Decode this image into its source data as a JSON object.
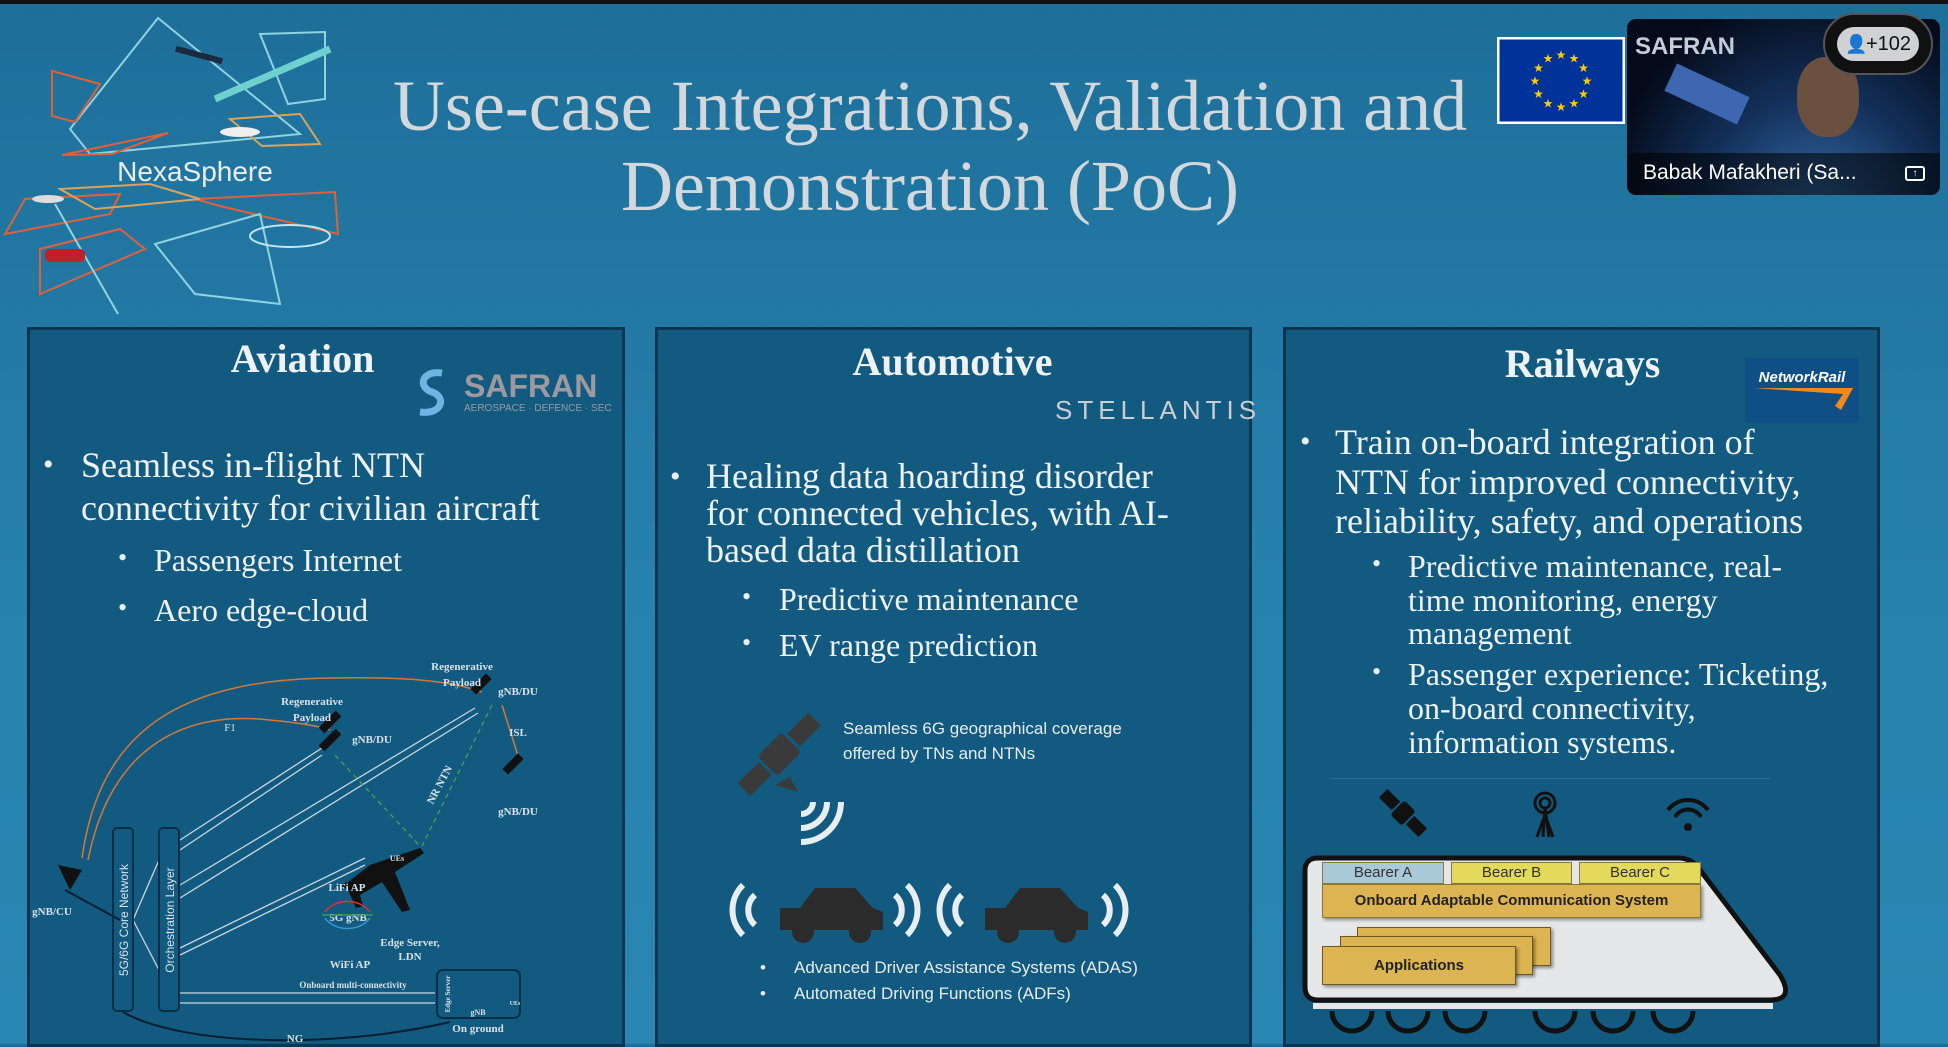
{
  "title": {
    "line1": "Use-case Integrations, Validation and",
    "line2": "Demonstration (PoC)"
  },
  "logo": {
    "text": "NexaSphere"
  },
  "video": {
    "participant_name": "Babak Mafakheri (Sa...",
    "participants_extra": "+102",
    "background_logo": "SAFRAN"
  },
  "colors": {
    "background": "#2781ad",
    "panel": "#135a80",
    "flag_blue": "#003399",
    "flag_star": "#ffcc00",
    "bearer_a": "#a9c9d9",
    "bearer_b": "#e3d95a",
    "oacs": "#dcb552"
  },
  "aviation": {
    "heading": "Aviation",
    "partner_logo": "SAFRAN",
    "partner_tagline": "AEROSPACE · DEFENCE · SECURITY",
    "bullet": [
      "Seamless in-flight NTN",
      "connectivity for civilian aircraft"
    ],
    "sub": [
      "Passengers Internet",
      "Aero edge-cloud"
    ],
    "diagram": {
      "regen_payload_1": "Regenerative",
      "regen_payload_2": "Payload",
      "gnb_du": "gNB/DU",
      "f1": "F1",
      "isl": "ISL",
      "nr_ntn": "NR NTN",
      "ues": "UEs",
      "gnb_cu": "gNB/CU",
      "core": "5G/6G Core Network",
      "orch": "Orchestration Layer",
      "lifi": "LiFi AP",
      "gnb5g": "5G gNB",
      "edge1": "Edge Server,",
      "edge2": "LDN",
      "wifi": "WiFi AP",
      "onboard": "Onboard multi-connectivity",
      "edge_server": "Edge Server",
      "gnb": "gNB",
      "on_ground": "On ground",
      "ng": "NG"
    }
  },
  "automotive": {
    "heading": "Automotive",
    "partner_logo": "STELLANTIS",
    "bullet": [
      "Healing data hoarding disorder",
      "for connected vehicles, with AI-",
      "based data distillation"
    ],
    "sub": [
      "Predictive maintenance",
      "EV range prediction"
    ],
    "caption": [
      "Seamless 6G geographical coverage",
      "offered by TNs and NTNs"
    ],
    "functions": [
      "Advanced Driver Assistance Systems (ADAS)",
      "Automated Driving Functions (ADFs)"
    ]
  },
  "railways": {
    "heading": "Railways",
    "partner_logo": "NetworkRail",
    "bullet": [
      "Train on-board integration of",
      "NTN for improved connectivity,",
      "reliability, safety, and operations"
    ],
    "sub1": [
      "Predictive maintenance, real-",
      "time monitoring, energy",
      "management"
    ],
    "sub2": [
      "Passenger experience: Ticketing,",
      "on-board connectivity,",
      "information systems."
    ],
    "train": {
      "bearer_a": "Bearer A",
      "bearer_b": "Bearer B",
      "bearer_c": "Bearer C",
      "oacs": "Onboard Adaptable Communication System",
      "applications": "Applications"
    }
  }
}
